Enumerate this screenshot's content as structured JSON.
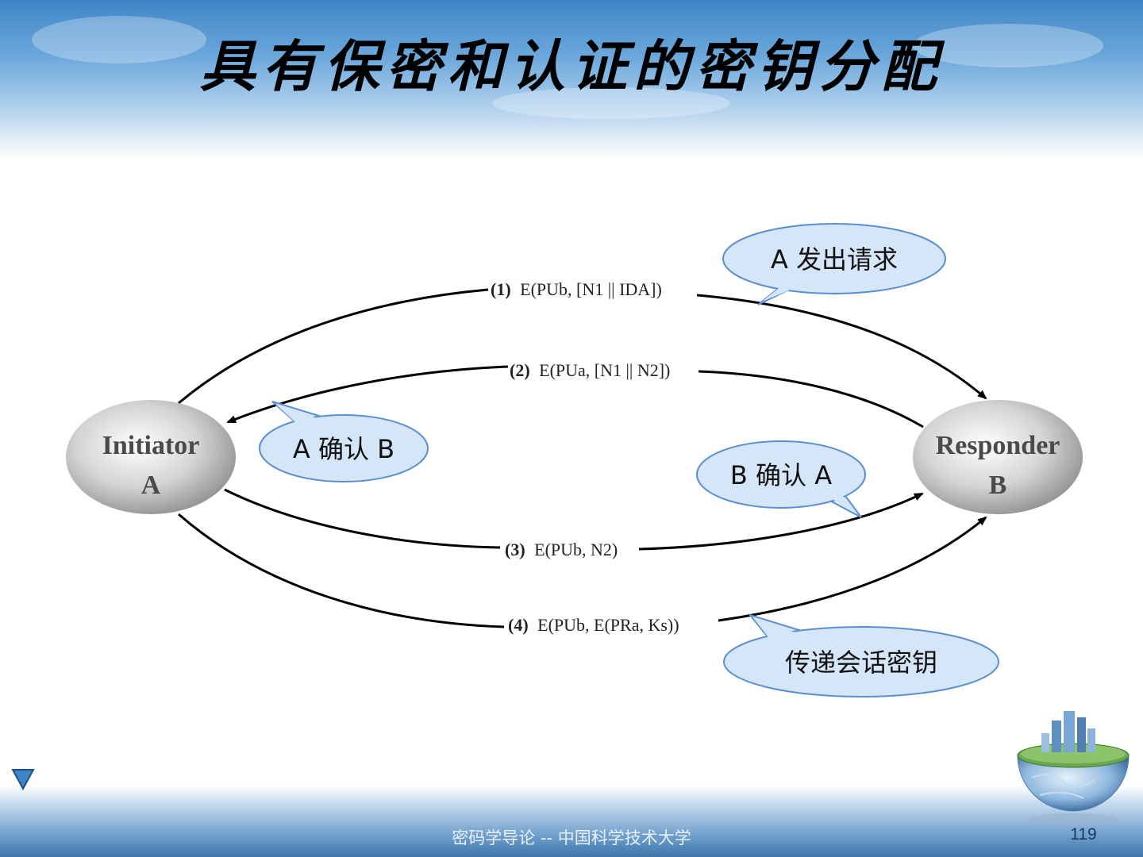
{
  "slide": {
    "title": "具有保密和认证的密钥分配",
    "footer": "密码学导论 -- 中国科学技术大学",
    "page_number": "119"
  },
  "diagram": {
    "nodes": {
      "initiator": {
        "line1": "Initiator",
        "line2": "A"
      },
      "responder": {
        "line1": "Responder",
        "line2": "B"
      }
    },
    "messages": [
      {
        "step": "(1)",
        "text": "E(PUb, [N1 || IDA])"
      },
      {
        "step": "(2)",
        "text": "E(PUa, [N1 || N2])"
      },
      {
        "step": "(3)",
        "text": "E(PUb, N2)"
      },
      {
        "step": "(4)",
        "text": "E(PUb, E(PRa, Ks))"
      }
    ],
    "callouts": {
      "a_request": "A 发出请求",
      "a_confirm_b": "A 确认 B",
      "b_confirm_a": "B 确认 A",
      "session_key": "传递会话密钥"
    }
  },
  "colors": {
    "callout_fill": "#d4e6f8",
    "callout_stroke": "#5b8fcf",
    "arrow": "#000000",
    "header_blue": "#3f86c7"
  }
}
